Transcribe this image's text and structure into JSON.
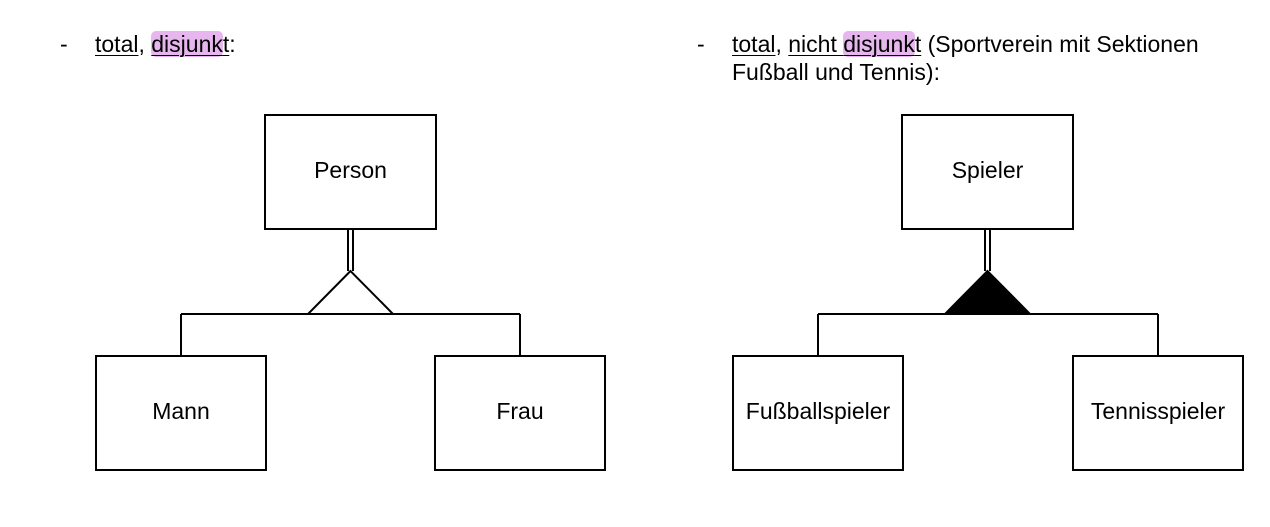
{
  "colors": {
    "highlight": "#e7b6ee",
    "line": "#000000",
    "background": "#ffffff"
  },
  "left": {
    "bullet": "-",
    "caption": {
      "w1": "total",
      "comma": ",",
      "space": " ",
      "w2_hl": "disjunk",
      "w2_rest": "t",
      "tail": ":"
    },
    "diagram": {
      "superclass": "Person",
      "subclasses": [
        "Mann",
        "Frau"
      ],
      "specialization_marker": "open-triangle",
      "participation": "total"
    }
  },
  "right": {
    "bullet": "-",
    "caption": {
      "w1": "total",
      "comma": ",",
      "space": " ",
      "w2a": "nicht ",
      "w2_hl": "disjunk",
      "w2_rest": "t",
      "tail": " (Sportverein mit Sektionen",
      "line2": "Fußball und Tennis):"
    },
    "diagram": {
      "superclass": "Spieler",
      "subclasses": [
        "Fußballspieler",
        "Tennisspieler"
      ],
      "specialization_marker": "filled-triangle",
      "participation": "total"
    }
  }
}
